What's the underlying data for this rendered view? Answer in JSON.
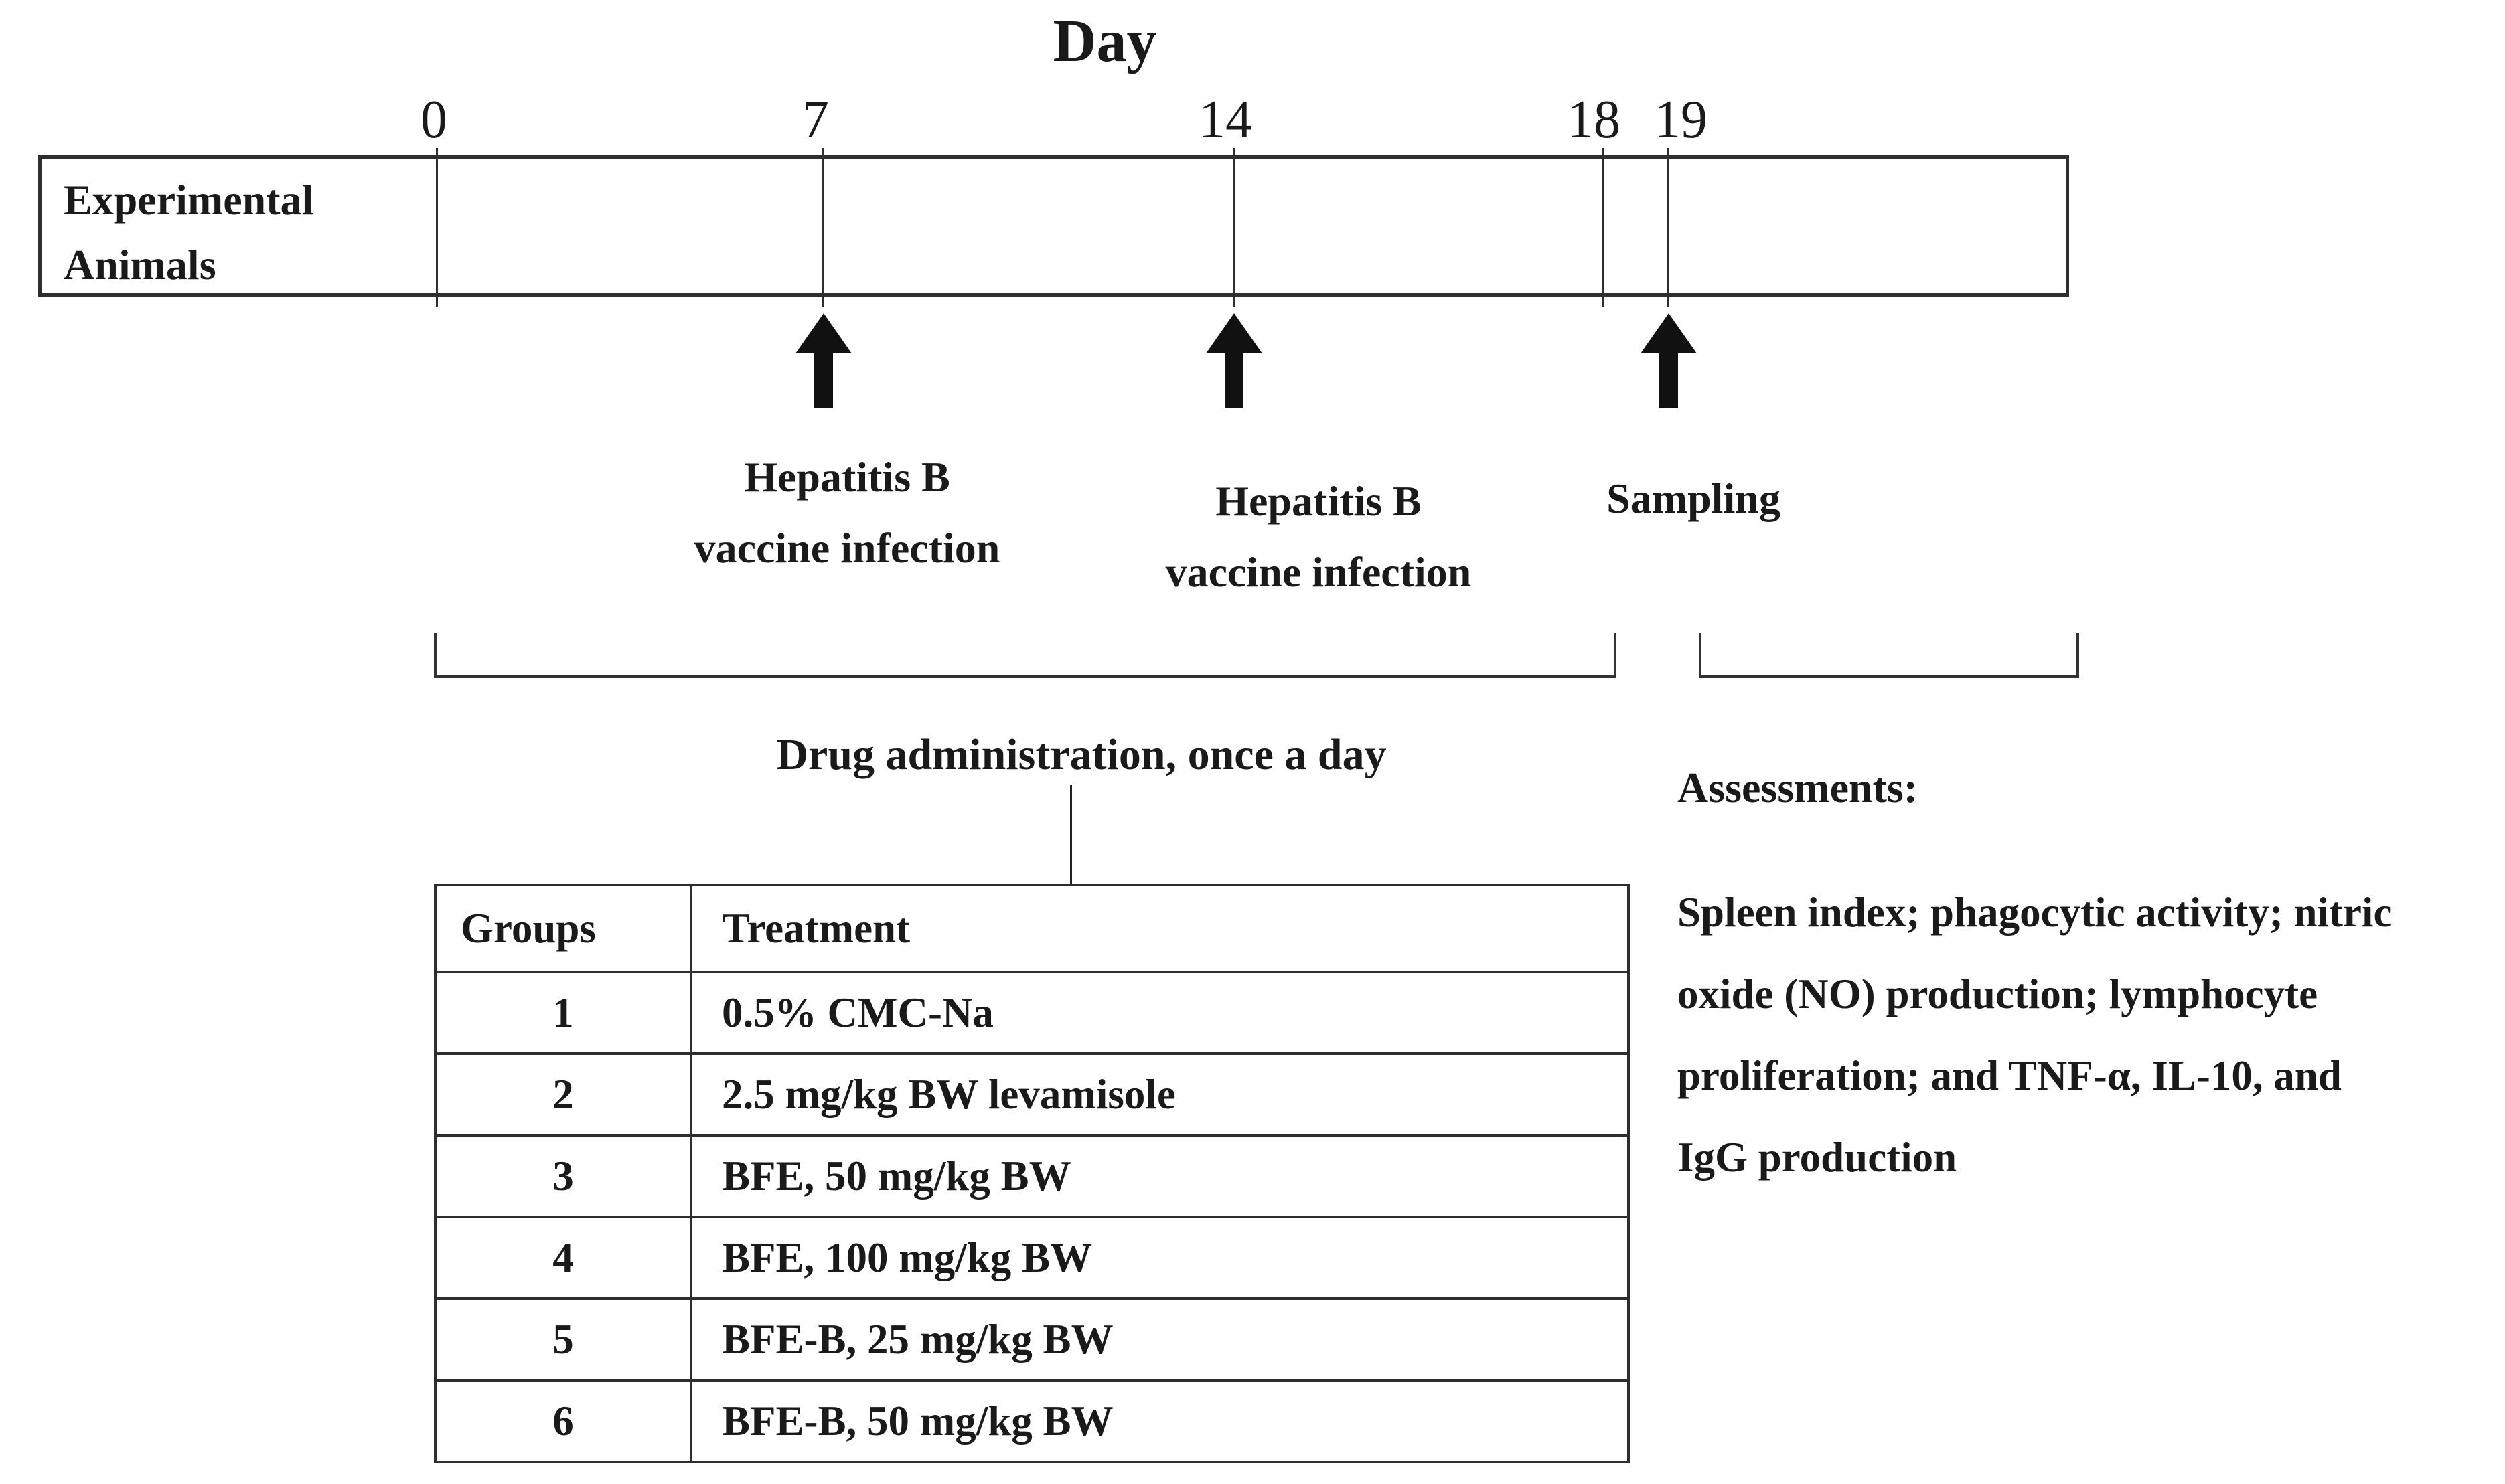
{
  "page": {
    "ink_color": "#1a1a1a",
    "line_color": "#2e2e2e",
    "background_color": "#ffffff"
  },
  "timeline": {
    "axis_title": "Day",
    "row_header_lines": [
      "Experimental",
      "Animals"
    ],
    "ticks": [
      {
        "label": "0"
      },
      {
        "label": "7"
      },
      {
        "label": "14"
      },
      {
        "label": "18"
      },
      {
        "label": "19"
      }
    ]
  },
  "events": [
    {
      "day": "7",
      "lines": [
        "Hepatitis B",
        "vaccine infection"
      ]
    },
    {
      "day": "14",
      "lines": [
        "Hepatitis B",
        "vaccine infection"
      ]
    },
    {
      "day": "19",
      "lines": [
        "Sampling"
      ]
    }
  ],
  "drug_administration": {
    "label": "Drug administration, once a day"
  },
  "assessments": {
    "heading": "Assessments:",
    "lines": [
      "Spleen index; phagocytic activity; nitric",
      "oxide (NO) production; lymphocyte",
      "proliferation; and TNF-α, IL-10, and",
      "IgG production"
    ]
  },
  "groups_table": {
    "headers": {
      "groups": "Groups",
      "treatment": "Treatment"
    },
    "rows": [
      {
        "group": "1",
        "treatment": "0.5% CMC-Na"
      },
      {
        "group": "2",
        "treatment": "2.5 mg/kg BW levamisole"
      },
      {
        "group": "3",
        "treatment": "BFE, 50 mg/kg BW"
      },
      {
        "group": "4",
        "treatment": "BFE, 100 mg/kg BW"
      },
      {
        "group": "5",
        "treatment": "BFE-B, 25 mg/kg BW"
      },
      {
        "group": "6",
        "treatment": "BFE-B, 50 mg/kg BW"
      }
    ]
  }
}
